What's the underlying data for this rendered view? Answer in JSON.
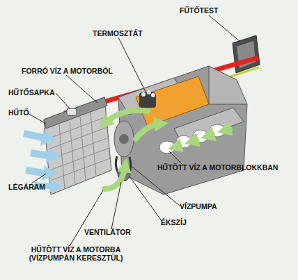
{
  "diagram": {
    "labels": [
      "FŰTŐTEST",
      "TERMOSZTÁT",
      "FORRÓ VÍZ A MOTORBÓL",
      "HŰTŐSAPKA",
      "HŰTŐ",
      "LÉGÁRAM",
      "HŰTÖTT VÍZ A MOTORBLOKKBAN",
      "VÍZPUMPA",
      "ÉKSZÍJ",
      "VENTILÁTOR",
      "HŰTÖTT VÍZ A MOTORBA (VÍZPUMPÁN KERESZTÜL)"
    ]
  }
}
